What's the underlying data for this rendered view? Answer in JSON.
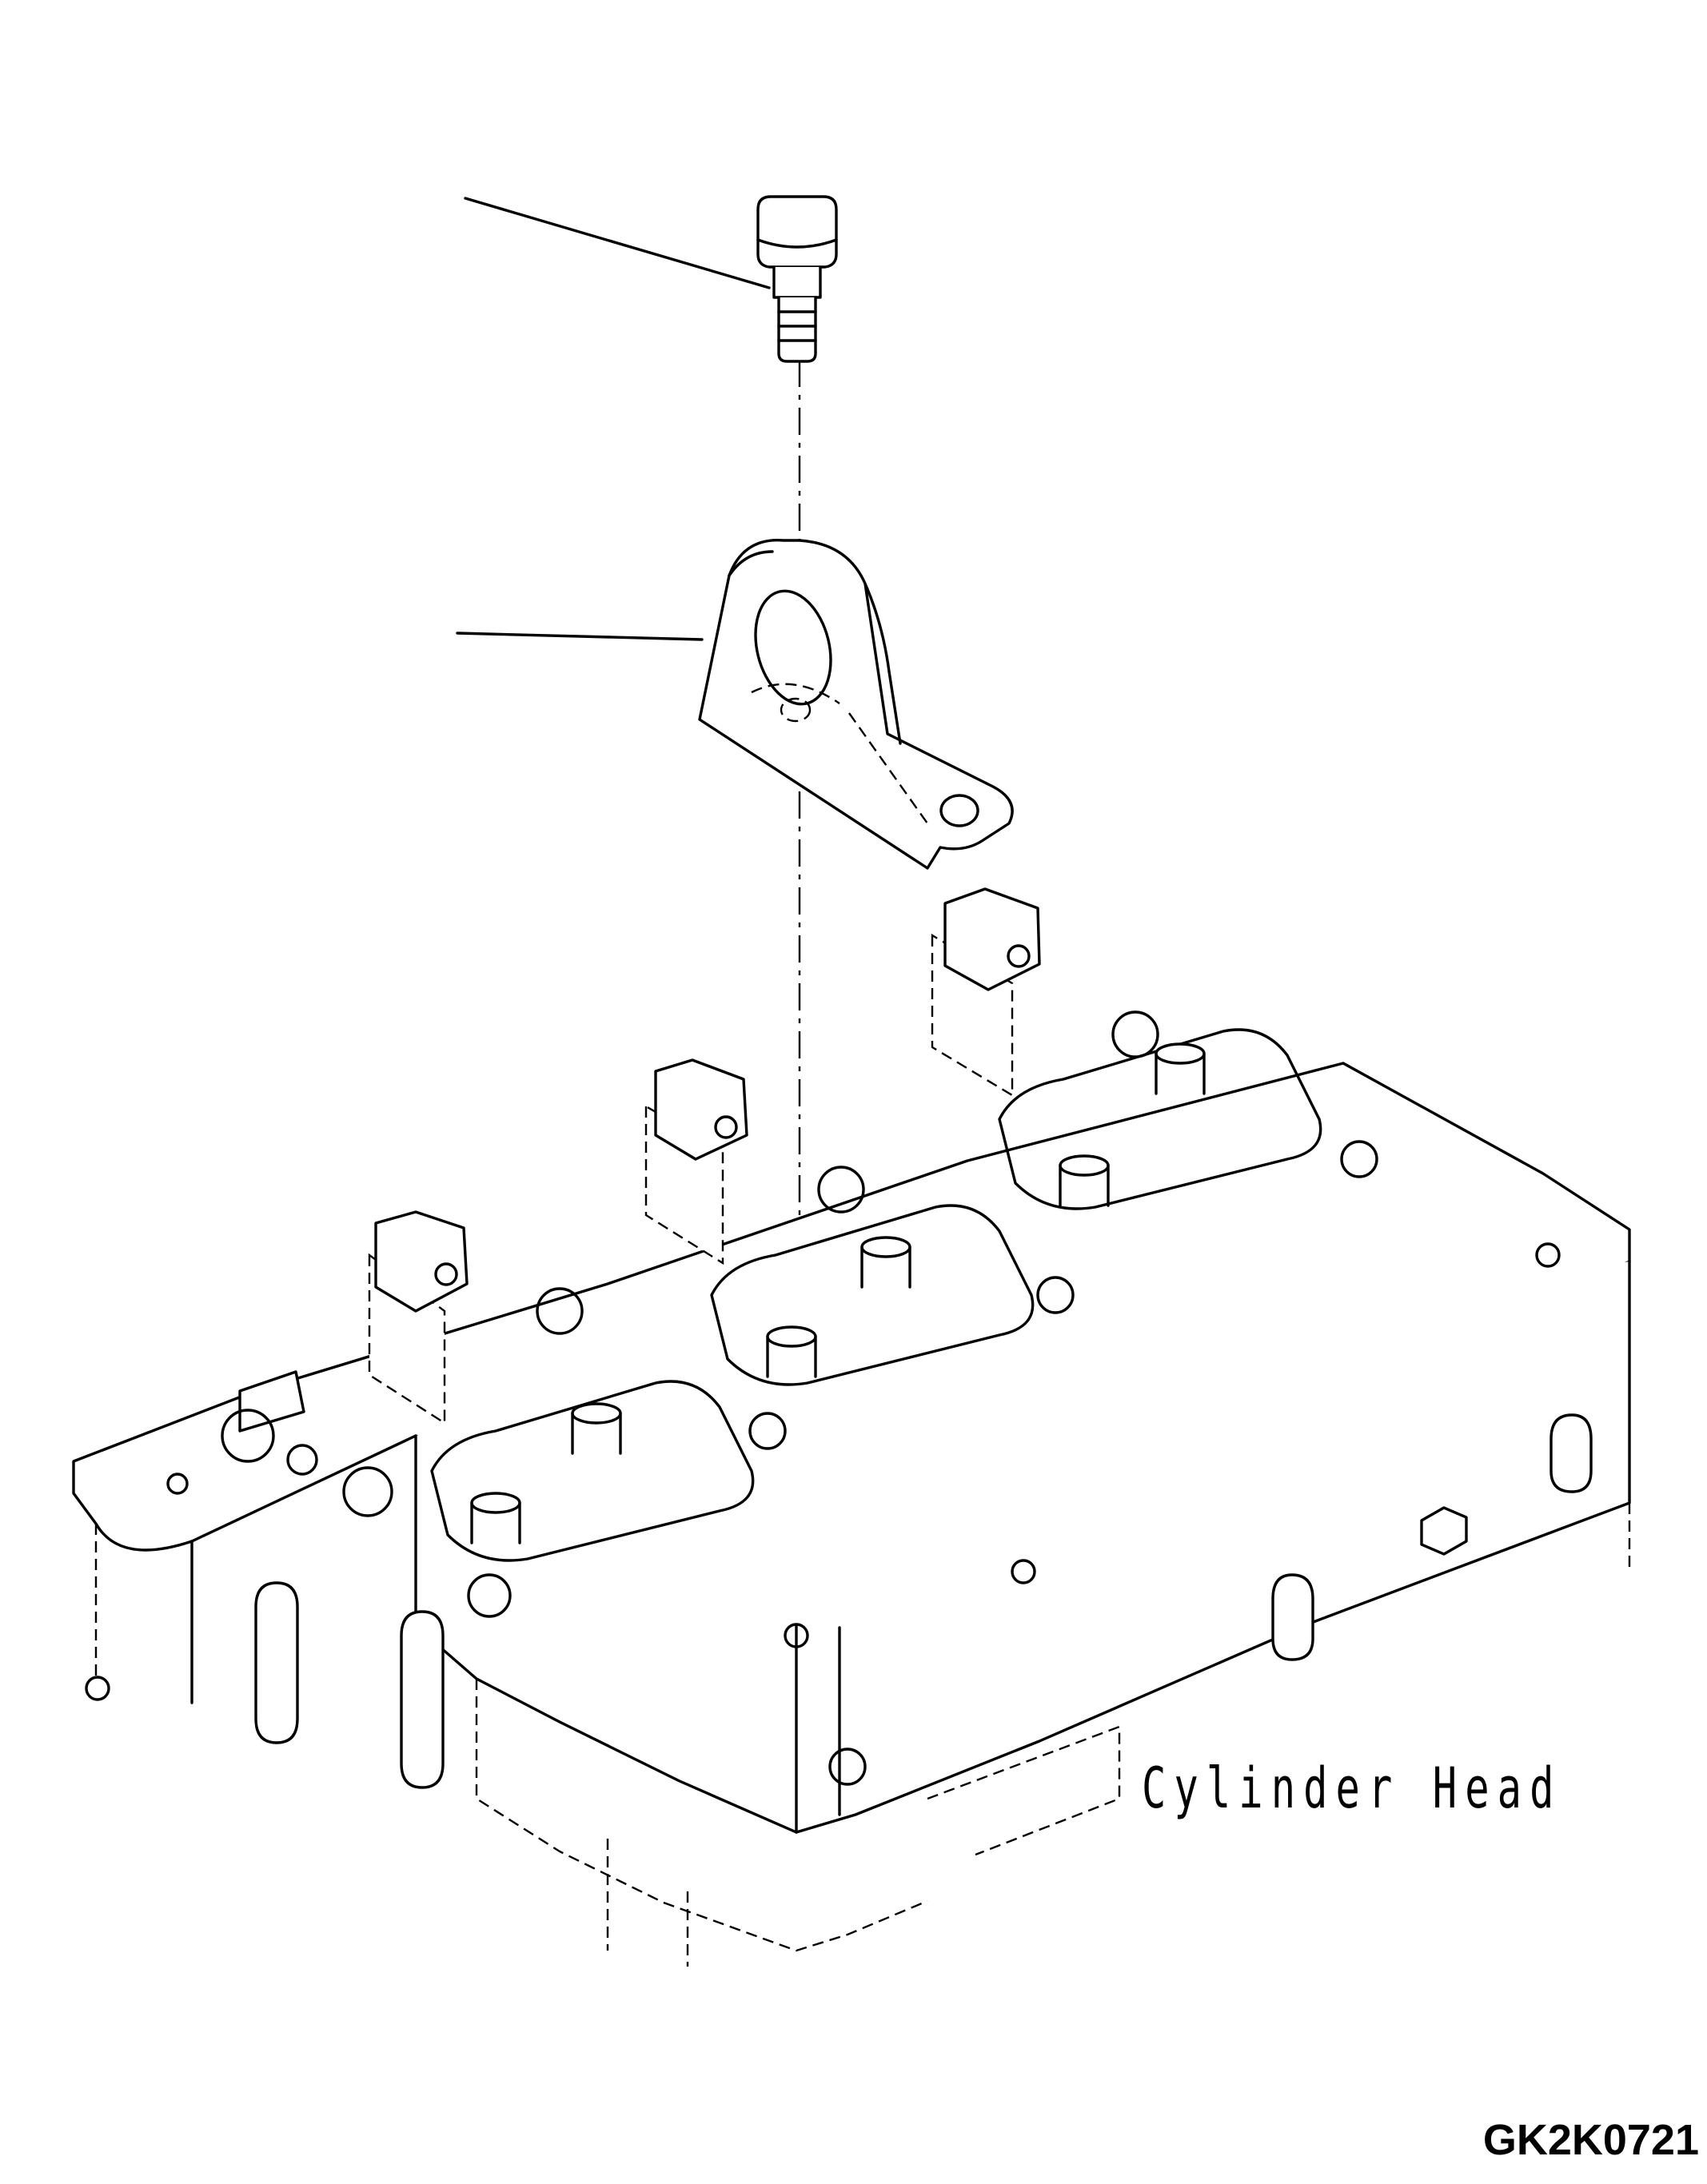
{
  "labels": {
    "component_name": "Cylinder Head",
    "drawing_code": "GK2K0721"
  },
  "parts": [
    {
      "name": "bolt"
    },
    {
      "name": "lifting-bracket"
    },
    {
      "name": "cylinder-head"
    }
  ]
}
